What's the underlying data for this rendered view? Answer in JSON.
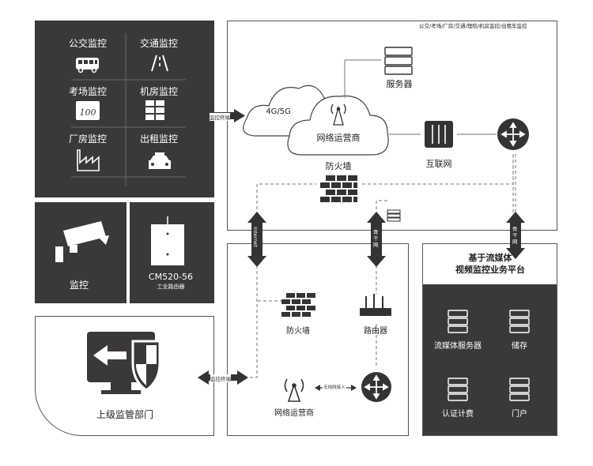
{
  "top_note": "公交/考场/厂房/交通/理赔/机房监控/出租车监控",
  "left_panel": {
    "items": [
      {
        "label": "公交监控",
        "icon": "bus-icon"
      },
      {
        "label": "交通监控",
        "icon": "road-icon"
      },
      {
        "label": "考场监控",
        "icon": "exam-icon"
      },
      {
        "label": "机房监控",
        "icon": "server-rack-icon"
      },
      {
        "label": "厂房监控",
        "icon": "factory-icon"
      },
      {
        "label": "出租监控",
        "icon": "taxi-icon"
      }
    ]
  },
  "camera_box": {
    "label": "监控",
    "icon": "camera-icon"
  },
  "router_box": {
    "model": "CM520-56",
    "sub": "工业路由器",
    "icon": "industrial-router-icon"
  },
  "upper_box": {
    "label": "上级监管部门",
    "icon": "monitor-shield-icon"
  },
  "top_area": {
    "cloud_4g": "4G/5G",
    "operator": "网络运营商",
    "firewall": "防火墙",
    "server": "服务器",
    "internet": "互联网"
  },
  "middle_area": {
    "firewall": "防火墙",
    "router": "路由器",
    "operator": "网络运营商",
    "wireless_tag": "无线网接入"
  },
  "right_platform": {
    "title_line1": "基于流媒体",
    "title_line2": "视频监控业务平台",
    "items": [
      {
        "label": "流媒体服务器"
      },
      {
        "label": "储存"
      },
      {
        "label": "认证计费"
      },
      {
        "label": "门户"
      }
    ]
  },
  "connection_tags": {
    "monitor_terminal_top": "监控终端",
    "monitor_terminal_bottom": "监控终端",
    "internet_vertical": "Internet",
    "backbone_left": "骨干网",
    "backbone_right": "骨干网"
  },
  "colors": {
    "dark": "#3b3838",
    "line": "#555555"
  }
}
